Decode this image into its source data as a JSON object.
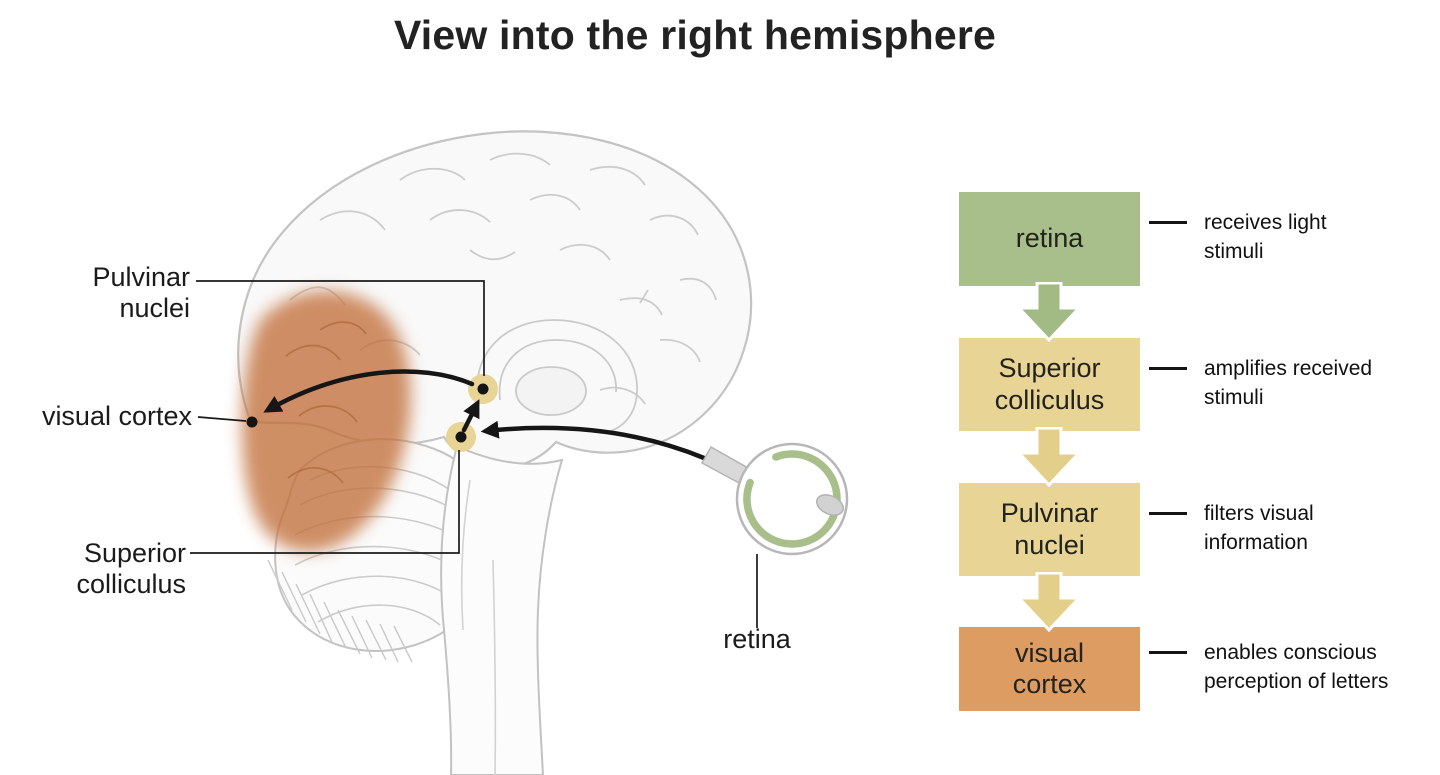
{
  "title": "View into the right hemisphere",
  "colors": {
    "retina_green": "#a9bf8b",
    "nuclei_tan": "#e8d494",
    "cortex_orange_box": "#dd9c62",
    "cortex_highlight": "#c2703a"
  },
  "brain": {
    "labels": {
      "pulvinar": "Pulvinar\nnuclei",
      "visual_cortex": "visual cortex",
      "superior_colliculus": "Superior\ncolliculus",
      "retina": "retina"
    }
  },
  "flowchart": {
    "steps": [
      {
        "label": "retina",
        "description": "receives light\nstimuli",
        "box_color": "#a9bf8b",
        "arrow_color": "#a2ba84"
      },
      {
        "label": "Superior\ncolliculus",
        "description": "amplifies received\nstimuli",
        "box_color": "#e8d494",
        "arrow_color": "#e3cf8a"
      },
      {
        "label": "Pulvinar\nnuclei",
        "description": "filters visual\ninformation",
        "box_color": "#e8d494",
        "arrow_color": "#e3cf8a"
      },
      {
        "label": "visual\ncortex",
        "description": "enables conscious\nperception of letters",
        "box_color": "#dd9c62",
        "arrow_color": null
      }
    ]
  }
}
